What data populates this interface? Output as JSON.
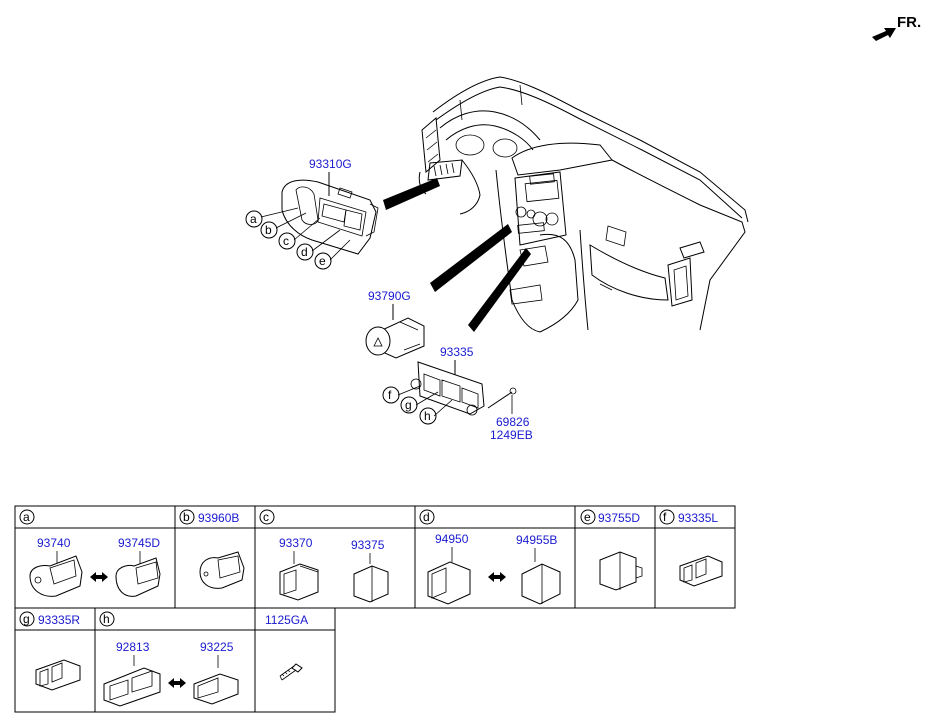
{
  "orientation": {
    "label": "FR."
  },
  "callouts": {
    "cluster_facia": "93310G",
    "hazard_switch": "93790G",
    "switch_bracket": "93335",
    "screw_a": "69826",
    "screw_b": "1249EB"
  },
  "letters": [
    "a",
    "b",
    "c",
    "d",
    "e",
    "f",
    "g",
    "h"
  ],
  "table": {
    "cells": [
      {
        "letter": "a",
        "parts": [
          "93740",
          "93745D"
        ]
      },
      {
        "letter": "b",
        "parts": [
          "93960B"
        ]
      },
      {
        "letter": "c",
        "parts": [
          "93370",
          "93375"
        ]
      },
      {
        "letter": "d",
        "parts": [
          "94950",
          "94955B"
        ]
      },
      {
        "letter": "e",
        "parts": [
          "93755D"
        ]
      },
      {
        "letter": "f",
        "parts": [
          "93335L"
        ]
      },
      {
        "letter": "g",
        "parts": [
          "93335R"
        ]
      },
      {
        "letter": "h",
        "parts": [
          "92813",
          "93225"
        ]
      },
      {
        "letter": "",
        "parts": [
          "1125GA"
        ]
      }
    ]
  },
  "colors": {
    "part_number": "#1a1ad0",
    "line": "#000000"
  }
}
